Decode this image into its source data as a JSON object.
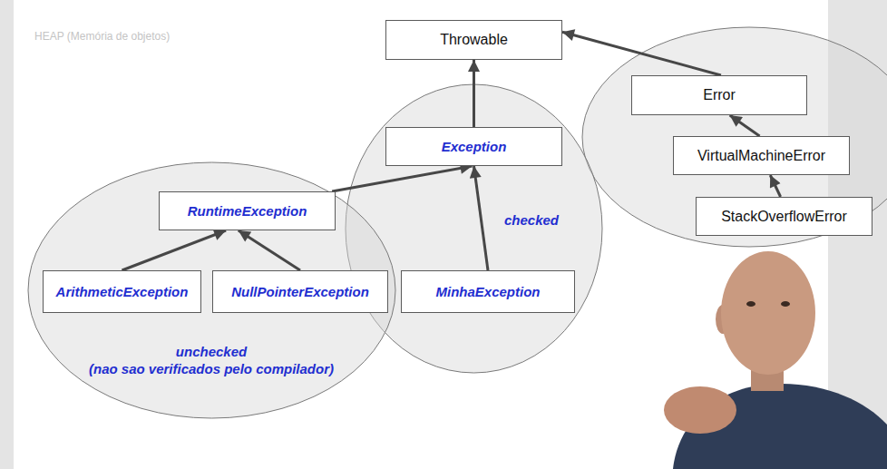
{
  "diagram": {
    "nodes": [
      {
        "text": [
          "Throwable"
        ]
      },
      {
        "text": [
          "checked"
        ]
      },
      {
        "text": [
          "Exception"
        ],
        "in": 1
      },
      {
        "text": [
          "MinhaException"
        ],
        "in": 1
      },
      {
        "text": [
          "unchecked",
          "(nao sao verificados pelo compilador)"
        ]
      },
      {
        "text": [
          "RuntimeException"
        ],
        "in": 4
      },
      {
        "text": [
          "ArithmeticException"
        ],
        "in": 4
      },
      {
        "text": [
          "NullPointerException"
        ],
        "in": 4
      },
      {
        "text": [
          "Error"
        ]
      },
      {
        "text": [
          "VirtualMachineError"
        ]
      },
      {
        "text": [
          "StackOverflowError"
        ]
      }
    ],
    "edges": [
      {
        "from": 2,
        "to": 0,
        "arrow": "to"
      },
      {
        "from": 8,
        "to": 0,
        "arrow": "to"
      },
      {
        "from": 9,
        "to": 8,
        "arrow": "to"
      },
      {
        "from": 10,
        "to": 9,
        "arrow": "to"
      },
      {
        "from": 5,
        "to": 2,
        "arrow": "to"
      },
      {
        "from": 3,
        "to": 2,
        "arrow": "to"
      },
      {
        "from": 6,
        "to": 5,
        "arrow": "to"
      },
      {
        "from": 7,
        "to": 5,
        "arrow": "to"
      }
    ],
    "labels": [
      "HEAP (Memória de objetos)"
    ]
  }
}
